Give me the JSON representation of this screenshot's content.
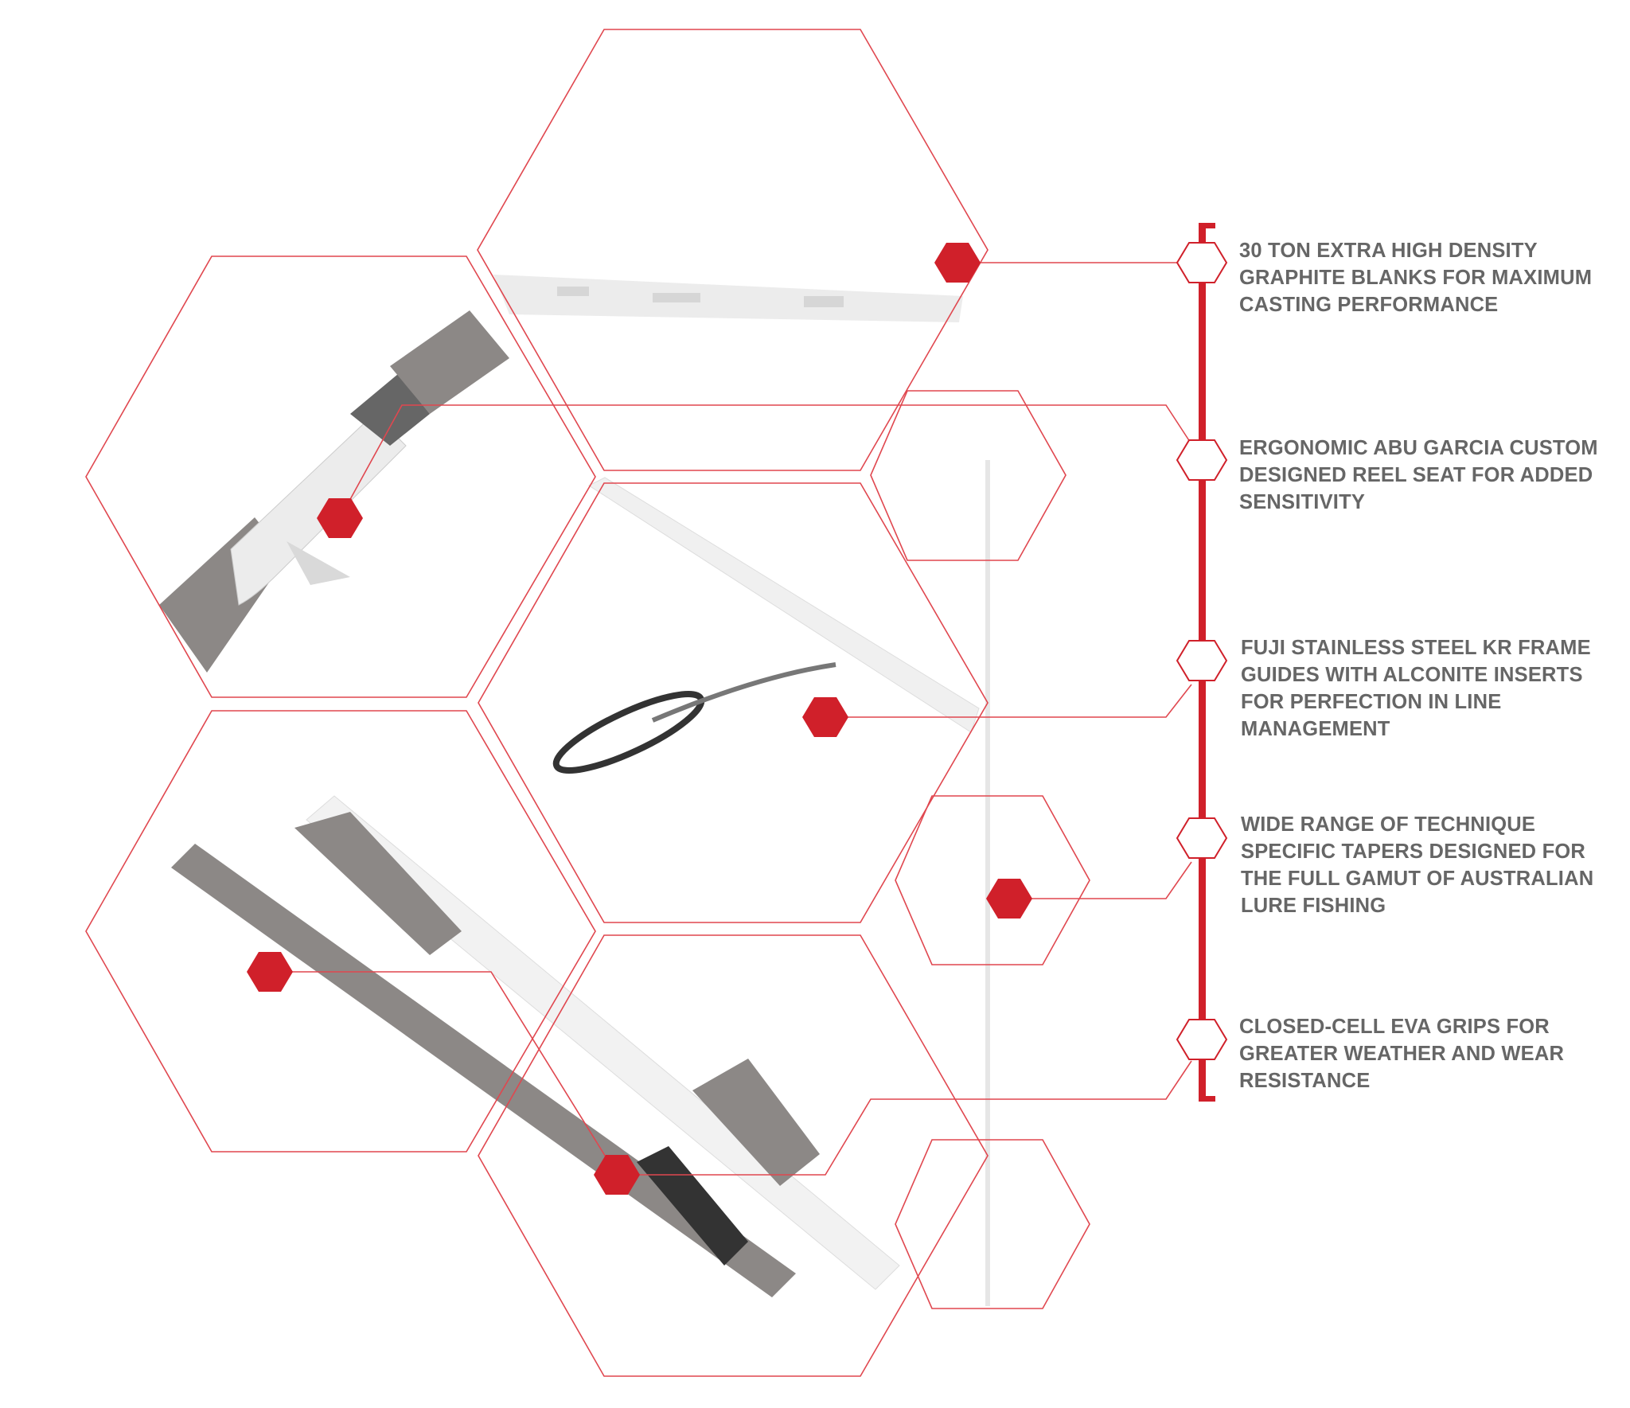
{
  "colors": {
    "accent": "#d0202a",
    "text": "#666666",
    "line": "#e0474f"
  },
  "features": [
    {
      "text": "30 TON EXTRA HIGH DENSITY GRAPHITE BLANKS FOR MAXIMUM CASTING PERFORMANCE"
    },
    {
      "text": "ERGONOMIC ABU GARCIA CUSTOM DESIGNED REEL SEAT FOR ADDED SENSITIVITY"
    },
    {
      "text": "FUJI STAINLESS STEEL KR FRAME GUIDES WITH ALCONITE INSERTS FOR PERFECTION IN LINE MANAGEMENT"
    },
    {
      "text": "WIDE RANGE OF TECHNIQUE SPECIFIC TAPERS DESIGNED FOR THE FULL GAMUT OF AUSTRALIAN LURE FISHING"
    },
    {
      "text": "CLOSED-CELL EVA GRIPS FOR GREATER WEATHER AND WEAR RESISTANCE"
    }
  ]
}
